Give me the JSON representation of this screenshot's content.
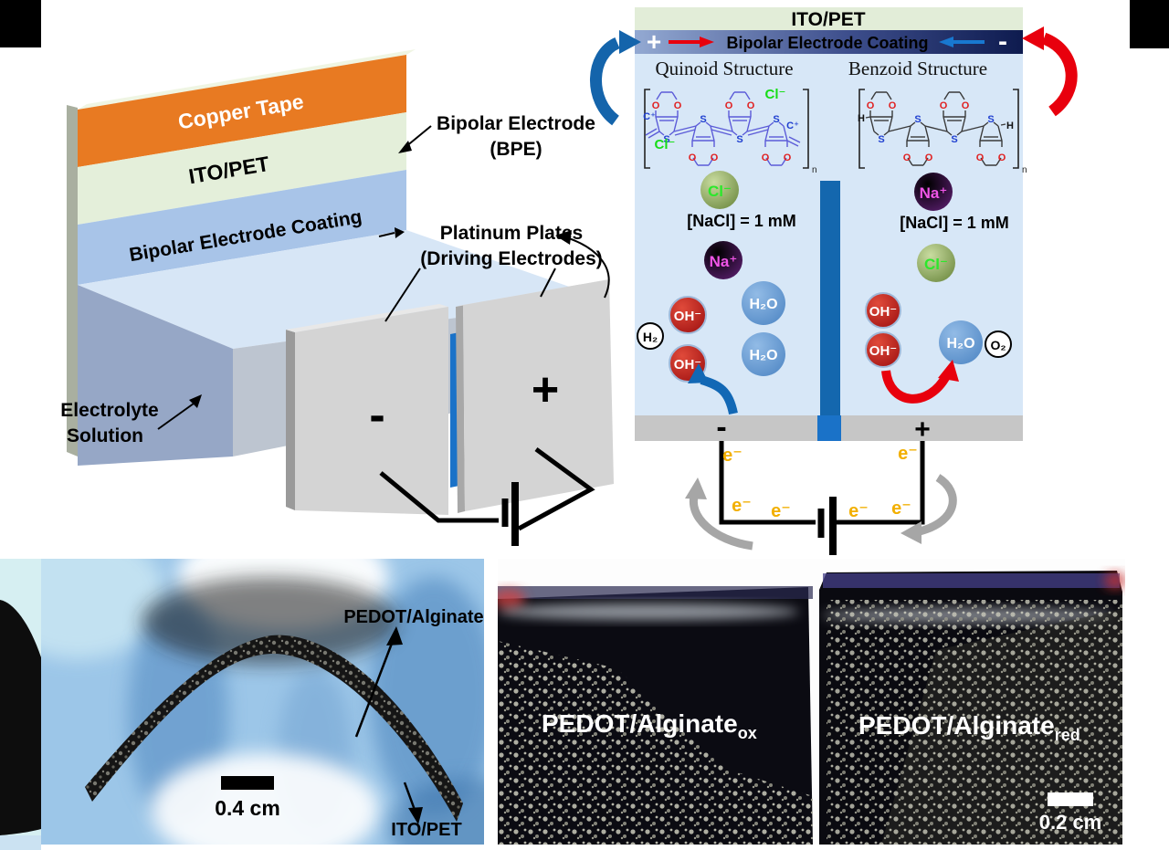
{
  "scene3d": {
    "copper_tape": "Copper Tape",
    "ito_pet": "ITO/PET",
    "coating": "Bipolar Electrode Coating",
    "bpe_label_1": "Bipolar Electrode",
    "bpe_label_2": "(BPE)",
    "platinum_label_1": "Platinum Plates",
    "platinum_label_2": "(Driving Electrodes)",
    "electrolyte_label_1": "Electrolyte",
    "electrolyte_label_2": "Solution",
    "cathode_sign": "-",
    "anode_sign": "+"
  },
  "schematic": {
    "ito_pet": "ITO/PET",
    "coating_bar": "Bipolar Electrode Coating",
    "anode_sign": "+",
    "cathode_sign": "-",
    "quinoid_title": "Quinoid Structure",
    "benzoid_title": "Benzoid Structure",
    "nacl": "[NaCl] = 1 mM",
    "ion_cl": "Cl⁻",
    "ion_na": "Na⁺",
    "ion_oh": "OH⁻",
    "h2o": "H₂O",
    "h2": "H₂",
    "o2": "O₂",
    "electron": "e⁻",
    "electrode_minus": "-",
    "electrode_plus": "+",
    "atom_o": "O",
    "atom_s": "S",
    "atom_c": "C⁺",
    "atom_h": "H",
    "repeat_n": "n"
  },
  "photo_left": {
    "film_label": "PEDOT/Alginate",
    "substrate_label": "ITO/PET",
    "scale_bar": "0.4 cm"
  },
  "photo_right": {
    "ox_label": "PEDOT/Alginate",
    "ox_sub": "ox",
    "red_label": "PEDOT/Alginate",
    "red_sub": "red",
    "scale_bar": "0.2 cm"
  },
  "colors": {
    "copper": "#E87A22",
    "ito_green": "#E4EFDA",
    "coating_blue": "#A8C4E8",
    "electrolyte_blue": "#D7E7F7",
    "bpe_bar_blue": "#1467AE",
    "electron_yellow": "#F2AF00",
    "oxidation_red": "#E8000D",
    "reduction_blue": "#1464AB"
  }
}
